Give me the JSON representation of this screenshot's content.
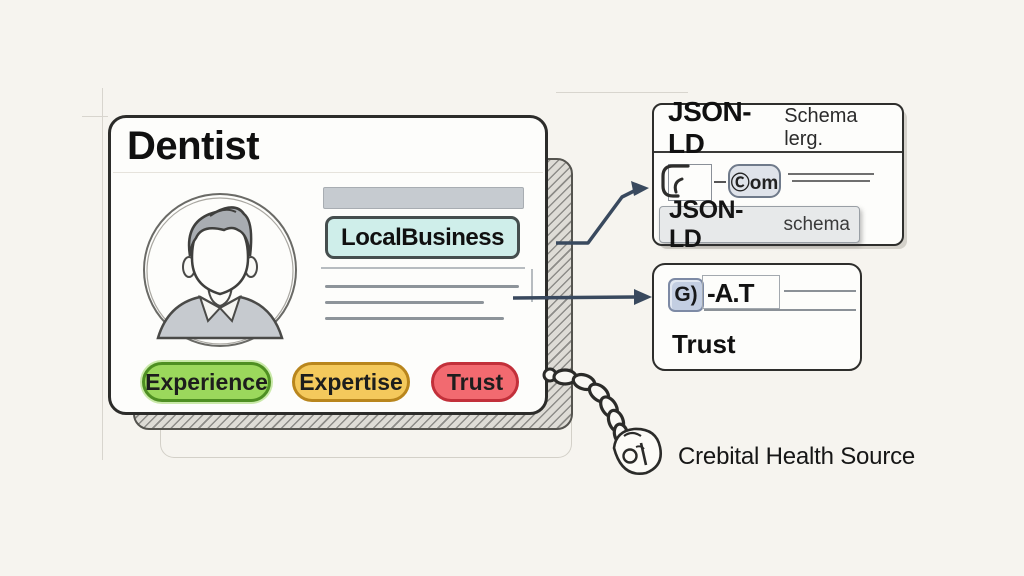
{
  "diagram": {
    "card": {
      "title": "Dentist",
      "schema_badge": "LocalBusiness",
      "pills": [
        {
          "label": "Experience",
          "fill": "#9bd85c",
          "border": "#4e8f22"
        },
        {
          "label": "Expertise",
          "fill": "#f4c95c",
          "border": "#b9861d"
        },
        {
          "label": "Trust",
          "fill": "#f26a70",
          "border": "#c2303a"
        }
      ]
    },
    "schema_box": {
      "title": "JSON-LD",
      "subtitle": "Schema lerg.",
      "chip_label": "Ⓒom",
      "footer_title": "JSON-LD",
      "footer_label": "schema"
    },
    "eat_box": {
      "badge_glyph": "G)",
      "label": "-A.T",
      "caption": "Trust"
    },
    "chain_note": {
      "label": "Crebital Health Source"
    },
    "colors": {
      "paper": "#f6f4ef",
      "arrow": "#39495e",
      "schema_badge_fill": "#cfeeea",
      "experience_green": "#9bd85c",
      "expertise_yellow": "#f4c95c",
      "trust_red": "#f26a70"
    }
  }
}
